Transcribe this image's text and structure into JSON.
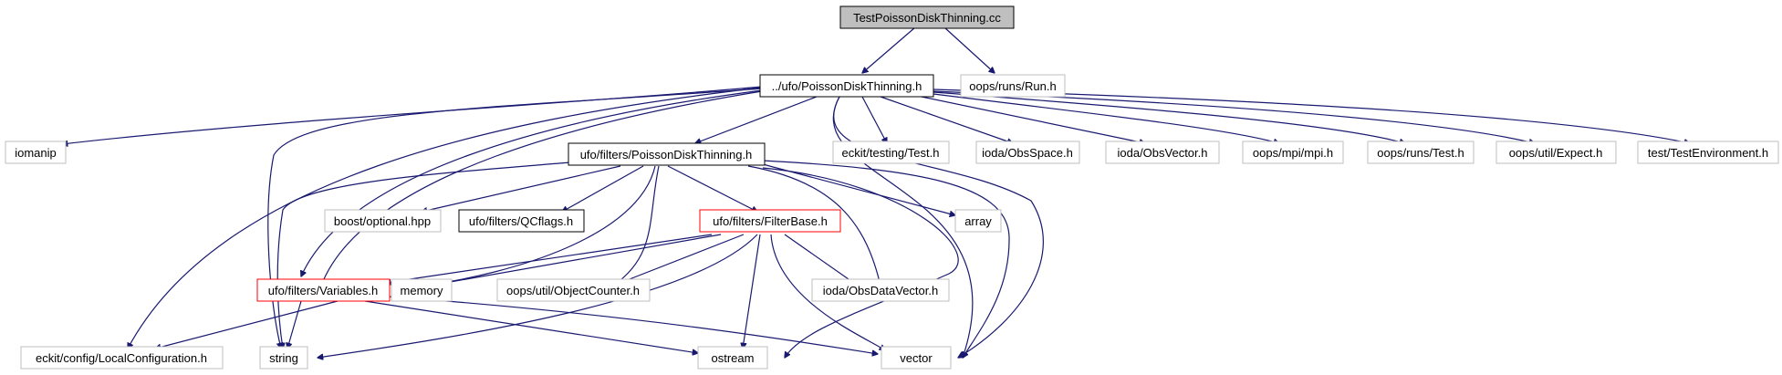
{
  "colors": {
    "edge": "#191970",
    "root_fill": "#bfbfbf",
    "external_border": "#bfbfbf",
    "documented_border": "#000000",
    "incomplete_border": "#ff0000"
  },
  "nodes": [
    {
      "id": "root",
      "label": "TestPoissonDiskThinning.cc",
      "style": "root"
    },
    {
      "id": "pdt_h",
      "label": "../ufo/PoissonDiskThinning.h",
      "style": "documented"
    },
    {
      "id": "run_h",
      "label": "oops/runs/Run.h",
      "style": "external"
    },
    {
      "id": "iomanip",
      "label": "iomanip",
      "style": "external"
    },
    {
      "id": "filters_pdt",
      "label": "ufo/filters/PoissonDiskThinning.h",
      "style": "documented"
    },
    {
      "id": "eckit_test",
      "label": "eckit/testing/Test.h",
      "style": "external"
    },
    {
      "id": "obsspace",
      "label": "ioda/ObsSpace.h",
      "style": "external"
    },
    {
      "id": "obsvector",
      "label": "ioda/ObsVector.h",
      "style": "external"
    },
    {
      "id": "mpi",
      "label": "oops/mpi/mpi.h",
      "style": "external"
    },
    {
      "id": "runs_test",
      "label": "oops/runs/Test.h",
      "style": "external"
    },
    {
      "id": "expect",
      "label": "oops/util/Expect.h",
      "style": "external"
    },
    {
      "id": "testenv",
      "label": "test/TestEnvironment.h",
      "style": "external"
    },
    {
      "id": "boost_opt",
      "label": "boost/optional.hpp",
      "style": "external"
    },
    {
      "id": "qcflags",
      "label": "ufo/filters/QCflags.h",
      "style": "documented"
    },
    {
      "id": "filterbase",
      "label": "ufo/filters/FilterBase.h",
      "style": "red"
    },
    {
      "id": "array",
      "label": "array",
      "style": "external"
    },
    {
      "id": "variables",
      "label": "ufo/filters/Variables.h",
      "style": "red"
    },
    {
      "id": "memory",
      "label": "memory",
      "style": "external"
    },
    {
      "id": "objcounter",
      "label": "oops/util/ObjectCounter.h",
      "style": "external"
    },
    {
      "id": "obsdatavector",
      "label": "ioda/ObsDataVector.h",
      "style": "external"
    },
    {
      "id": "localconfig",
      "label": "eckit/config/LocalConfiguration.h",
      "style": "external"
    },
    {
      "id": "string",
      "label": "string",
      "style": "external"
    },
    {
      "id": "ostream",
      "label": "ostream",
      "style": "external"
    },
    {
      "id": "vector",
      "label": "vector",
      "style": "external"
    }
  ]
}
